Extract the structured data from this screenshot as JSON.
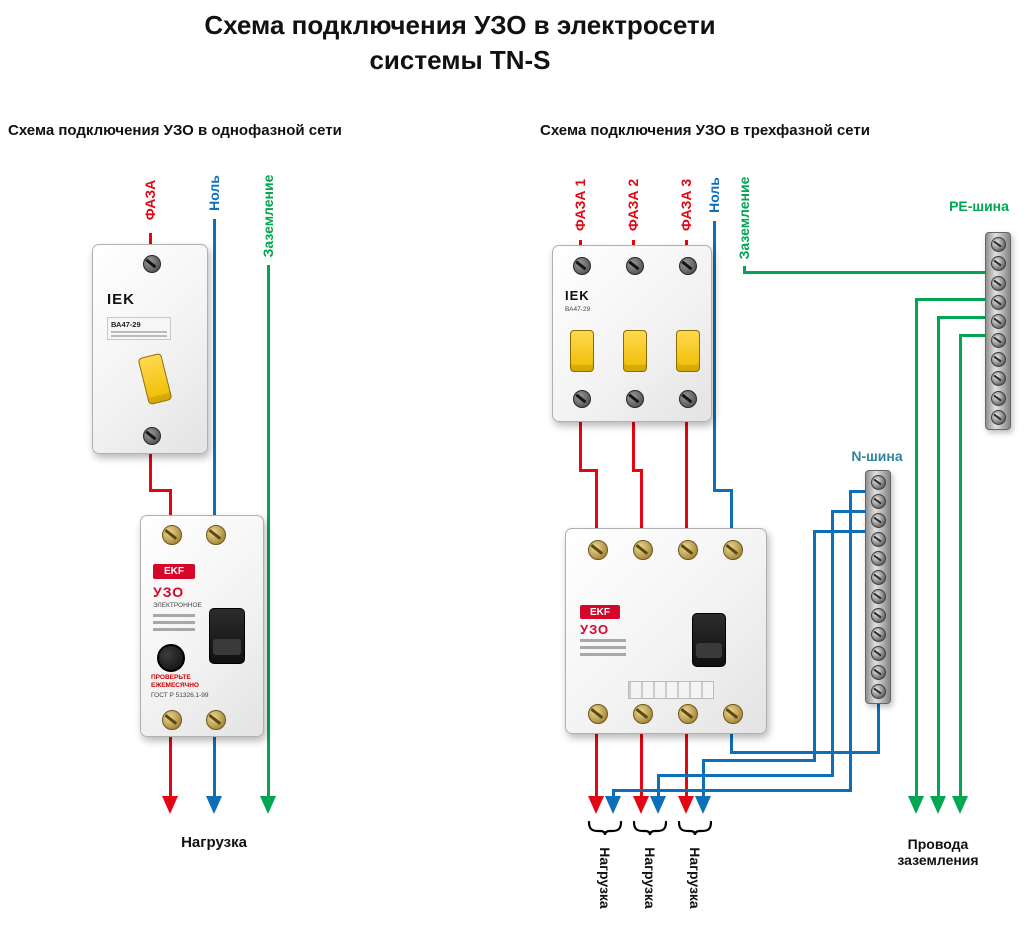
{
  "title_line1": "Схема подключения УЗО в электросети",
  "title_line2": "системы TN-S",
  "left": {
    "heading": "Схема подключения УЗО в однофазной сети",
    "phase": "ФАЗА",
    "neutral": "Ноль",
    "earth": "Заземление",
    "load": "Нагрузка",
    "breaker_brand": "IEK",
    "breaker_model": "ВА47-29",
    "rcd_brand": "EKF",
    "rcd_type": "УЗО",
    "rcd_sub": "ЭЛЕКТРОННОЕ",
    "rcd_note1": "ПРОВЕРЬТЕ",
    "rcd_note2": "ЕЖЕМЕСЯЧНО",
    "rcd_gost": "ГОСТ Р 51326.1-99"
  },
  "right": {
    "heading": "Схема подключения УЗО в трехфазной сети",
    "phase1": "ФАЗА 1",
    "phase2": "ФАЗА 2",
    "phase3": "ФАЗА 3",
    "neutral": "Ноль",
    "earth": "Заземление",
    "pe_bus": "PE-шина",
    "n_bus": "N-шина",
    "ground1": "Провода",
    "ground2": "заземления",
    "load": "Нагрузка",
    "breaker_brand": "IEK",
    "breaker_model": "ВА47-29",
    "rcd_brand": "EKF",
    "rcd_type": "УЗО"
  },
  "colors": {
    "phase": "#e30613",
    "neutral": "#0d6fb8",
    "earth": "#00a651",
    "n_bus_label": "#31859c"
  }
}
